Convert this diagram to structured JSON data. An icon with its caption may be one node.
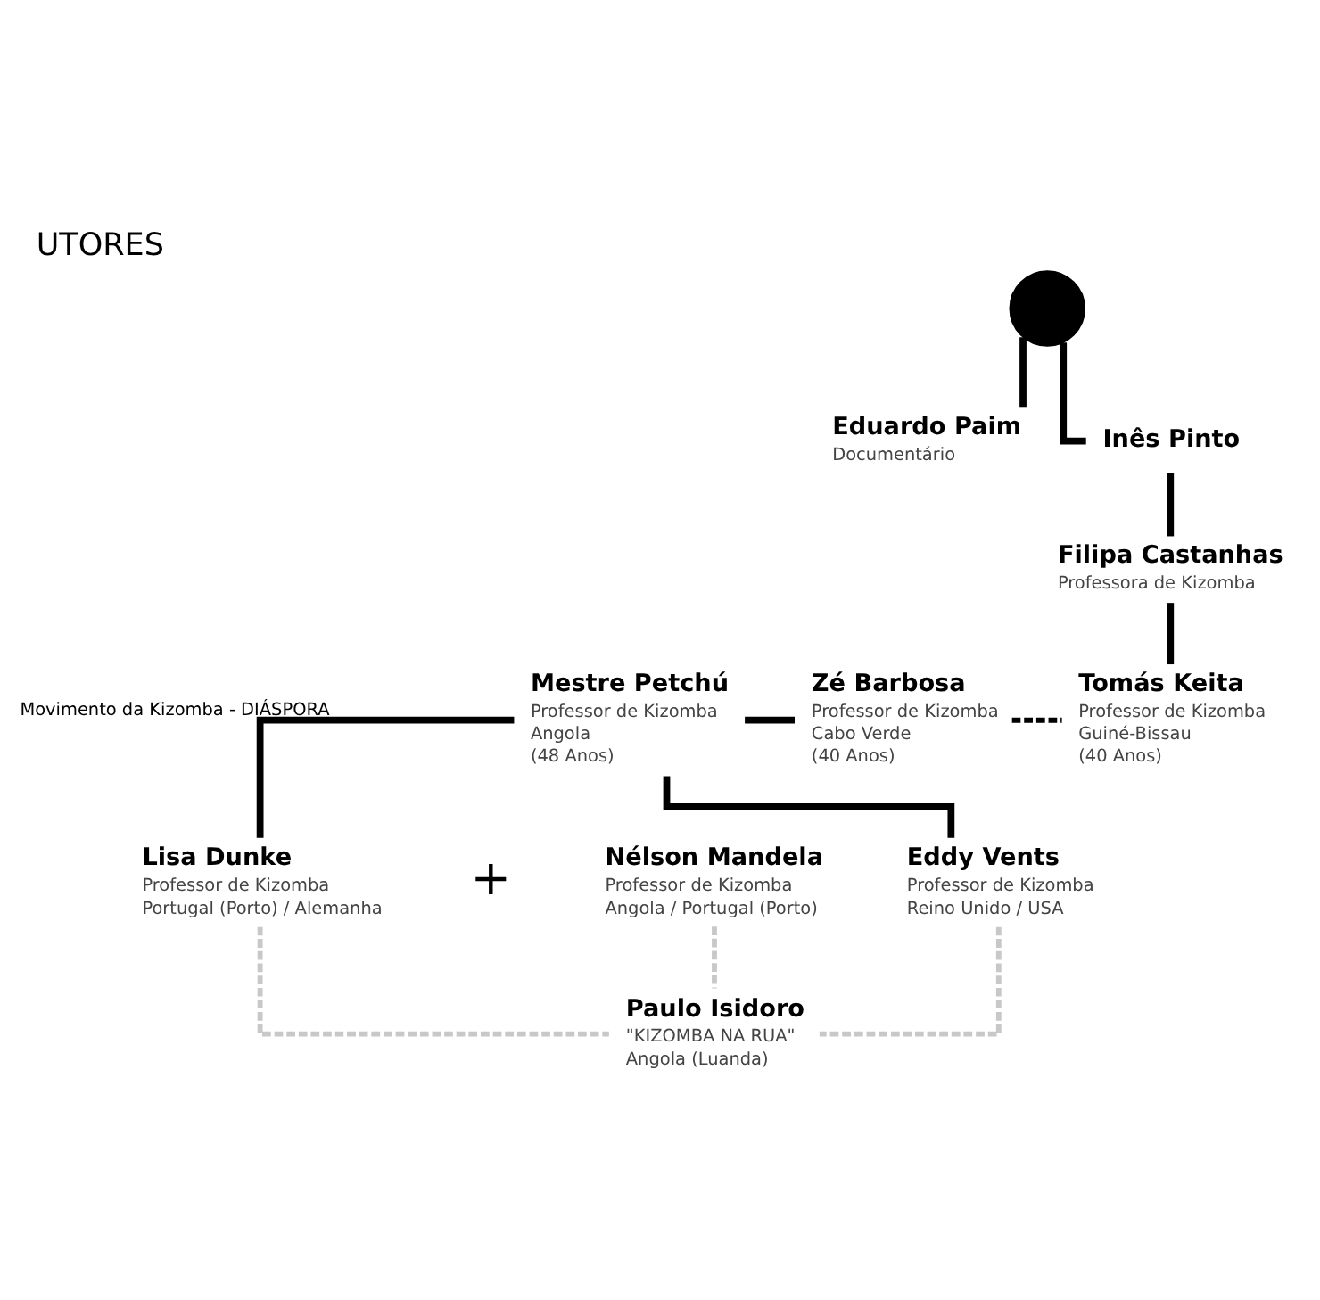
{
  "diagram": {
    "title": "UTORES",
    "nodes": [
      {
        "text": [],
        "shape": "circle"
      },
      {
        "text": [
          "Eduardo Paim",
          "Documentário"
        ]
      },
      {
        "text": [
          "Inês Pinto"
        ]
      },
      {
        "text": [
          "Filipa Castanhas",
          "Professora de Kizomba"
        ]
      },
      {
        "text": [
          "Mestre Petchú",
          "Professor de Kizomba",
          "Angola",
          "(48 Anos)"
        ]
      },
      {
        "text": [
          "Zé Barbosa",
          "Professor de Kizomba",
          "Cabo Verde",
          "(40 Anos)"
        ]
      },
      {
        "text": [
          "Tomás Keita",
          "Professor de Kizomba",
          "Guiné-Bissau",
          "(40 Anos)"
        ]
      },
      {
        "text": [
          "Lisa Dunke",
          "Professor de Kizomba",
          "Portugal (Porto) / Alemanha"
        ]
      },
      {
        "text": [
          "Nélson Mandela",
          "Professor de Kizomba",
          "Angola / Portugal (Porto)"
        ]
      },
      {
        "text": [
          "Eddy Vents",
          "Professor de Kizomba",
          "Reino Unido / USA"
        ]
      },
      {
        "text": [
          "Paulo Isidoro",
          "\"KIZOMBA NA RUA\"",
          "Angola (Luanda)"
        ]
      }
    ],
    "edges": [
      {
        "from": 0,
        "to": 1,
        "arrow": "none"
      },
      {
        "from": 0,
        "to": 2,
        "arrow": "none"
      },
      {
        "from": 2,
        "to": 3,
        "arrow": "none"
      },
      {
        "from": 3,
        "to": 6,
        "arrow": "none"
      },
      {
        "from": 4,
        "to": 5,
        "arrow": "none"
      },
      {
        "from": 5,
        "to": 6,
        "arrow": "none",
        "style": "dashed"
      },
      {
        "from": 4,
        "to": 7,
        "arrow": "none",
        "label": "Movimento da Kizomba - DIÁSPORA"
      },
      {
        "from": 4,
        "to": 9,
        "arrow": "none"
      },
      {
        "from": 7,
        "to": 10,
        "arrow": "none",
        "style": "dashed",
        "color": "#c8c8c8"
      },
      {
        "from": 8,
        "to": 10,
        "arrow": "none",
        "style": "dashed",
        "color": "#c8c8c8"
      },
      {
        "from": 9,
        "to": 10,
        "arrow": "none",
        "style": "dashed",
        "color": "#c8c8c8"
      }
    ],
    "labels": [
      "+"
    ]
  }
}
